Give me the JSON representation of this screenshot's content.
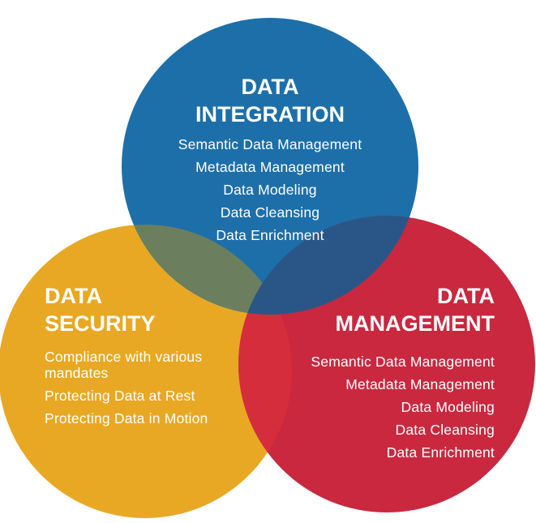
{
  "colors": {
    "integration": "#1d6fa9",
    "security": "#e8a823",
    "management": "#c9283f",
    "int_sec_overlap": "#6b7f5e",
    "int_mgmt_overlap": "#2a5687",
    "sec_mgmt_overlap": "#d62d3c"
  },
  "integration": {
    "title_line1": "DATA",
    "title_line2": "INTEGRATION",
    "items": [
      "Semantic Data Management",
      "Metadata Management",
      "Data Modeling",
      "Data Cleansing",
      "Data Enrichment"
    ]
  },
  "security": {
    "title_line1": "DATA",
    "title_line2": "SECURITY",
    "items": [
      "Compliance with various mandates",
      "Protecting Data at Rest",
      "Protecting Data in Motion"
    ]
  },
  "management": {
    "title_line1": "DATA",
    "title_line2": "MANAGEMENT",
    "items": [
      "Semantic Data Management",
      "Metadata Management",
      "Data Modeling",
      "Data Cleansing",
      "Data Enrichment"
    ]
  }
}
